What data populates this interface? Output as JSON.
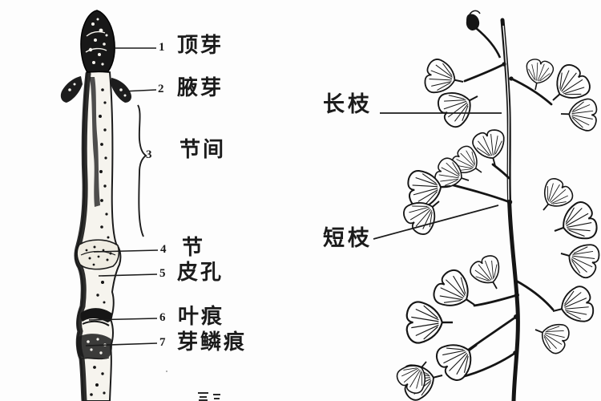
{
  "twig_diagram": {
    "description": "winter-twig-morphology",
    "labels": [
      {
        "num": "1",
        "text": "顶芽"
      },
      {
        "num": "2",
        "text": "腋芽"
      },
      {
        "num": "3",
        "text": "节间"
      },
      {
        "num": "4",
        "text": "节"
      },
      {
        "num": "5",
        "text": "皮孔"
      },
      {
        "num": "6",
        "text": "叶痕"
      },
      {
        "num": "7",
        "text": "芽鳞痕"
      }
    ]
  },
  "branch_diagram": {
    "description": "ginkgo-long-and-short-shoots",
    "labels": [
      {
        "text": "长枝"
      },
      {
        "text": "短枝"
      }
    ]
  },
  "colors": {
    "ink": "#1b1b1b",
    "paper": "#fdfdfd"
  }
}
